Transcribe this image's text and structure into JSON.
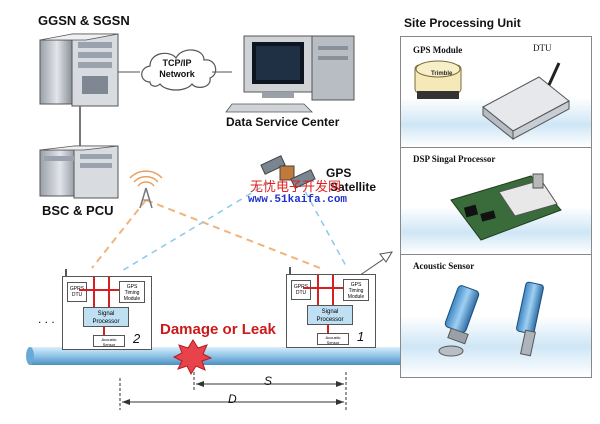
{
  "network": {
    "ggsn_label": "GGSN & SGSN",
    "cloud_label_line1": "TCP/IP",
    "cloud_label_line2": "Network",
    "dsc_label": "Data Service Center",
    "bsc_label": "BSC & PCU",
    "gps_label_line1": "GPS",
    "gps_label_line2": "Satellite"
  },
  "watermark": {
    "line1": "无忧电子开发网",
    "line2": "www.51kaifa.com"
  },
  "site_panel": {
    "title": "Site Processing Unit",
    "gps_module": "GPS Module",
    "dtu": "DTU",
    "dsp": "DSP Singal Processor",
    "acoustic": "Acoustic Sensor",
    "brand": "Trimble"
  },
  "units": [
    {
      "number": "2",
      "gprs_line1": "GPRS",
      "gprs_line2": "DTU",
      "gps_line1": "GPS",
      "gps_line2": "Timing",
      "gps_line3": "Module",
      "signal_line1": "Signal",
      "signal_line2": "Processor",
      "sensor_line1": "Acoustic",
      "sensor_line2": "Sensor"
    },
    {
      "number": "1",
      "gprs_line1": "GPRS",
      "gprs_line2": "DTU",
      "gps_line1": "GPS",
      "gps_line2": "Timing",
      "gps_line3": "Module",
      "signal_line1": "Signal",
      "signal_line2": "Processor",
      "sensor_line1": "Acoustic",
      "sensor_line2": "Sensor"
    }
  ],
  "ellipsis": ". . .",
  "leak_label": "Damage or Leak",
  "dim_s": "S",
  "dim_d": "D",
  "colors": {
    "pipe": "#8fc4e8",
    "leak": "#d81e1e",
    "dashed_orange": "#f0b47a",
    "dashed_blue": "#8cc8ec",
    "signal_box": "#bfe0f3",
    "red_line": "#d42020"
  }
}
